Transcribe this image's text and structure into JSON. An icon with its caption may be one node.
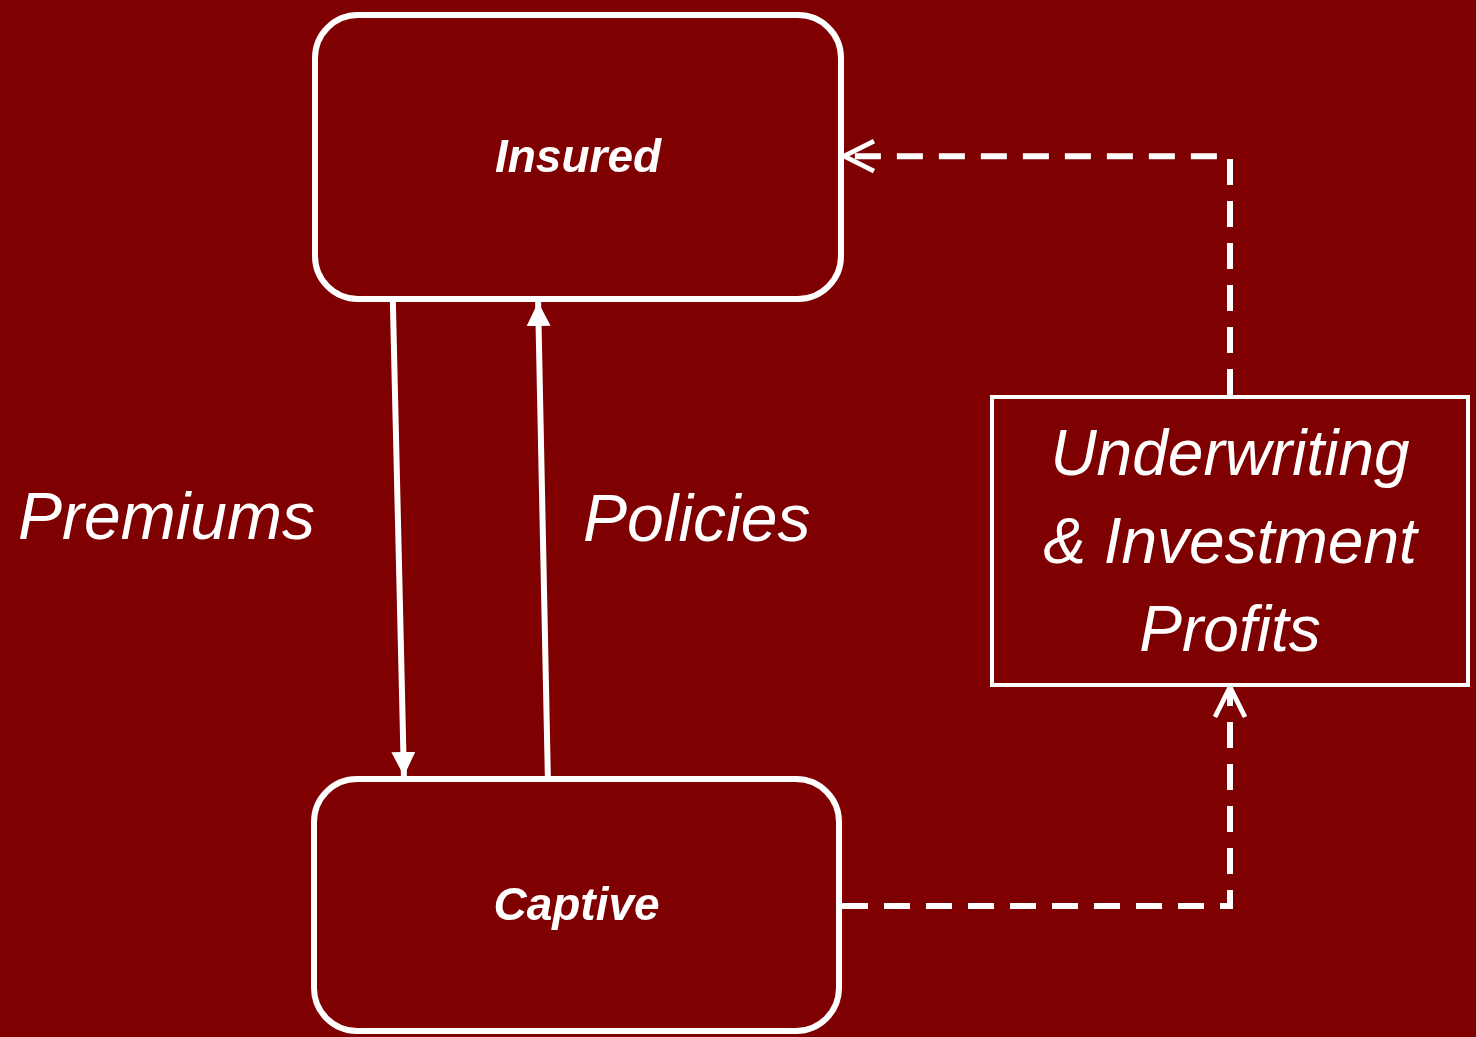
{
  "diagram": {
    "nodes": [
      {
        "text": [
          "Insured"
        ]
      },
      {
        "text": [
          "Captive"
        ]
      },
      {
        "text": [
          "Underwriting & Investment Profits"
        ]
      }
    ],
    "edges": [
      {
        "from": 0,
        "to": 1,
        "arrow": "to",
        "label": "Premiums"
      },
      {
        "from": 1,
        "to": 0,
        "arrow": "to",
        "label": "Policies"
      },
      {
        "from": 1,
        "to": 2,
        "arrow": "to",
        "style": "dashed"
      },
      {
        "from": 2,
        "to": 0,
        "arrow": "to",
        "style": "dashed"
      }
    ]
  }
}
